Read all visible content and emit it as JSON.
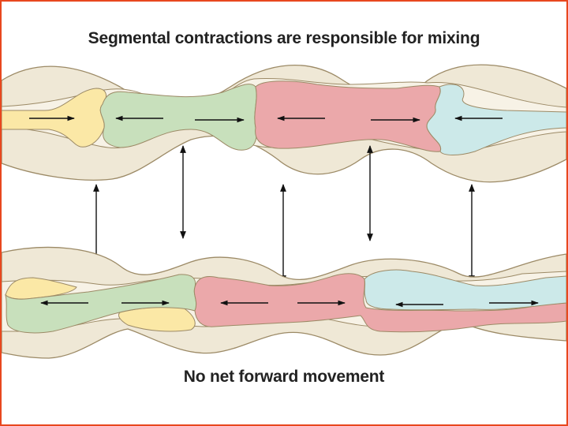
{
  "title": "Segmental contractions are responsible for mixing",
  "caption": "No net forward movement",
  "colors": {
    "frame_border": "#e8471e",
    "intestine_wall": "#efe8d6",
    "wall_outline": "#9c8a66",
    "chyme_yellow": "#fbe8a6",
    "chyme_green": "#c8e0bc",
    "chyme_pink": "#eba8aa",
    "chyme_blue": "#cce9e9",
    "arrow": "#111111"
  },
  "icons": {
    "flow_arrow": "left-right-arrow",
    "contraction_arrow": "double-headed-vertical-arrow"
  }
}
